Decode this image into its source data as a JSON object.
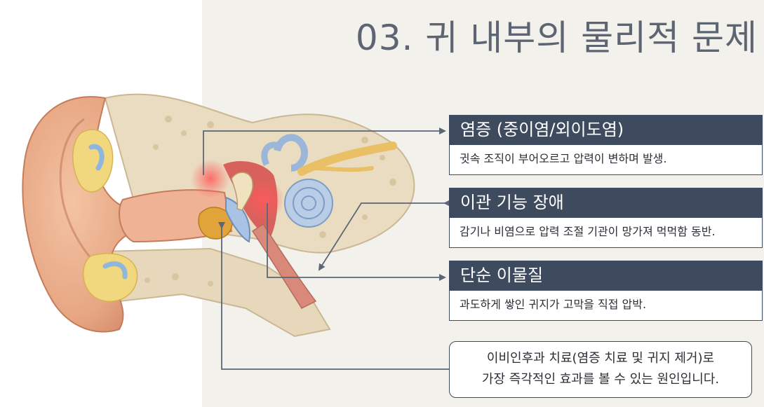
{
  "title": "03. 귀 내부의 물리적 문제",
  "cards": [
    {
      "heading": "염증 (중이염/외이도염)",
      "text": "귓속 조직이 부어오르고 압력이 변하며 발생."
    },
    {
      "heading": "이관 기능 장애",
      "text": "감기나 비염으로 압력 조절 기관이 망가져 먹먹함 동반."
    },
    {
      "heading": "단순 이물질",
      "text": "과도하게 쌓인 귀지가 고막을 직접 압박."
    }
  ],
  "summary": {
    "line1": "이비인후과 치료(염증 치료 및 귀지 제거)로",
    "line2": "가장 즉각적인 효과를 볼 수 있는 원인입니다."
  },
  "colors": {
    "header_bg": "#3e4b5e",
    "title": "#5d6573",
    "connector": "#5b6677",
    "panel_bg": "#f3f1ec"
  }
}
